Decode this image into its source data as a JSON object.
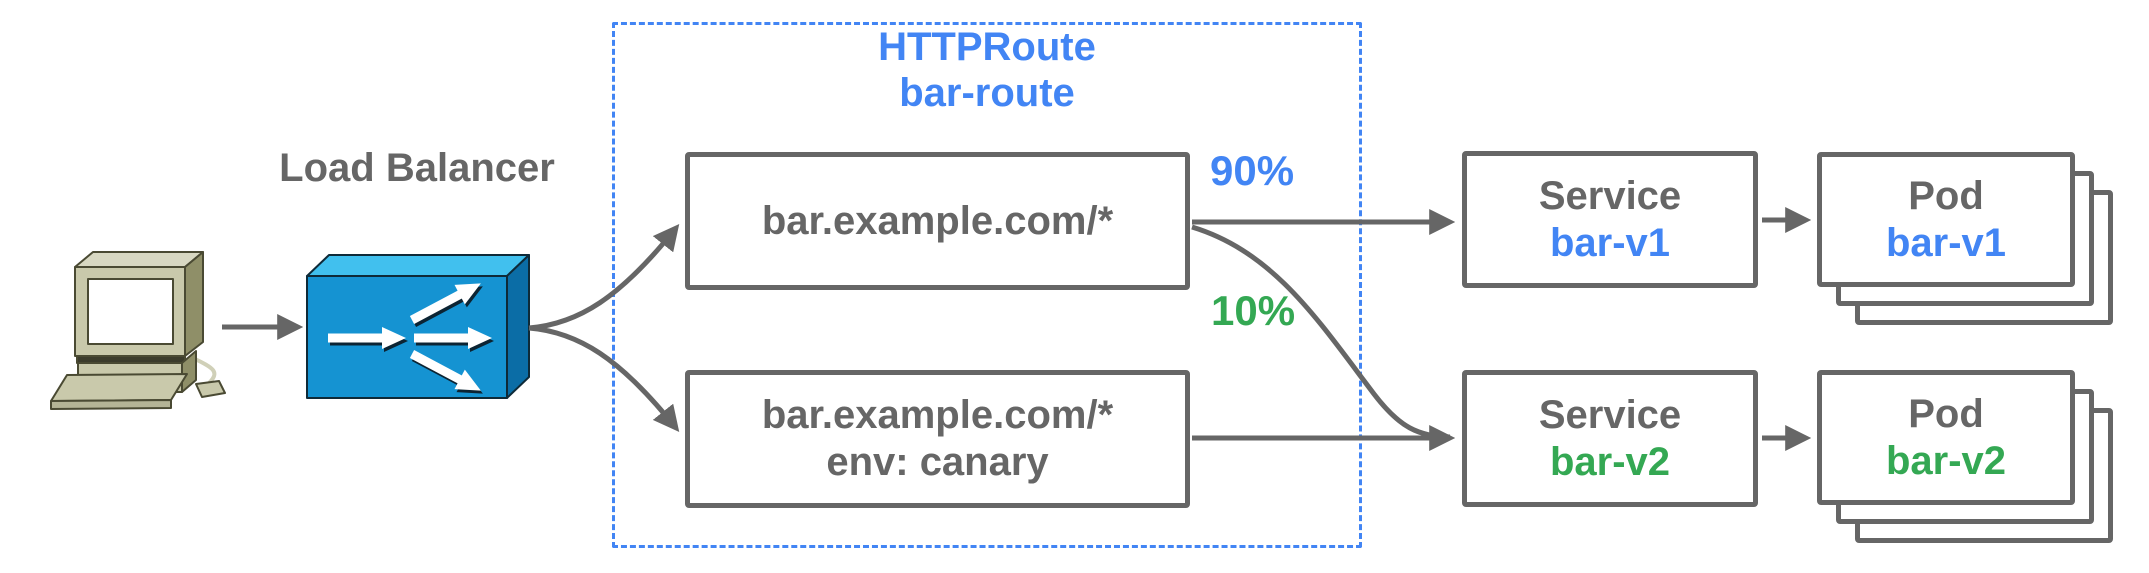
{
  "colors": {
    "gray": "#666666",
    "blue": "#4285f4",
    "green": "#34a853",
    "lb_front": "#1593d2",
    "lb_top": "#41c0ee",
    "lb_side": "#0b6da6"
  },
  "load_balancer": {
    "label": "Load Balancer"
  },
  "httproute": {
    "title": "HTTPRoute",
    "name": "bar-route"
  },
  "rules": [
    {
      "match": "bar.example.com/*"
    },
    {
      "match": "bar.example.com/*",
      "header": "env: canary"
    }
  ],
  "weights": {
    "v1": "90%",
    "v2": "10%"
  },
  "services": [
    {
      "kind": "Service",
      "name": "bar-v1"
    },
    {
      "kind": "Service",
      "name": "bar-v2"
    }
  ],
  "pods": [
    {
      "kind": "Pod",
      "name": "bar-v1"
    },
    {
      "kind": "Pod",
      "name": "bar-v2"
    }
  ]
}
